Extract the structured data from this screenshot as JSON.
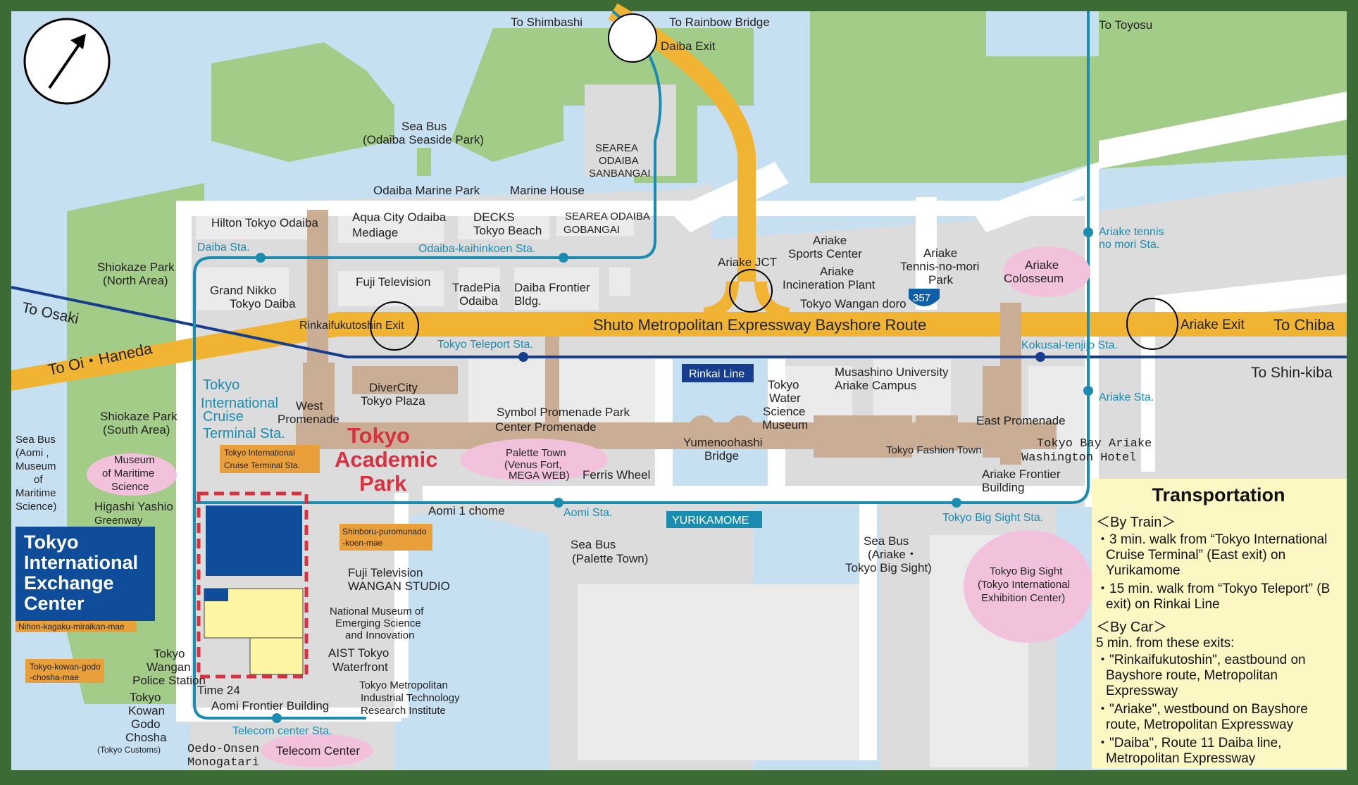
{
  "header": {
    "to_shimbashi": "To Shimbashi",
    "to_rainbow": "To Rainbow Bridge",
    "to_toyosu": "To Toyosu",
    "daiba_exit": "Daiba Exit",
    "to_osaki": "To Osaki",
    "to_oi_haneda": "To Oi・Haneda",
    "to_chiba": "To Chiba",
    "to_shinkiba": "To Shin-kiba",
    "ariake_exit": "Ariake Exit",
    "rinkai_exit": "Rinkaifukutoshin Exit",
    "ariake_jct": "Ariake JCT",
    "expressway": "Shuto Metropolitan Expressway Bayshore Route",
    "route_number": "357",
    "tokyo_wangan_doro": "Tokyo Wangan doro"
  },
  "lines": {
    "rinkai": "Rinkai Line",
    "yurikamome": "YURIKAMOME"
  },
  "stations": {
    "daiba": "Daiba Sta.",
    "odaiba_kaihinkoen": "Odaiba-kaihinkoen Sta.",
    "tokyo_teleport": "Tokyo Teleport Sta.",
    "kokusai_tenjijo": "Kokusai-tenjijo Sta.",
    "ariake_tennis_1": "Ariake tennis",
    "ariake_tennis_2": "no mori Sta.",
    "ariake": "Ariake Sta.",
    "cruise_1": "Tokyo",
    "cruise_2": "International",
    "cruise_3": "Cruise",
    "cruise_4": "Terminal Sta.",
    "aomi": "Aomi Sta.",
    "tokyo_big_sight": "Tokyo Big Sight Sta.",
    "telecom_center": "Telecom center Sta."
  },
  "places": {
    "sea_bus_odaiba_1": "Sea Bus",
    "sea_bus_odaiba_2": "(Odaiba Seaside Park)",
    "odaiba_marine_park": "Odaiba Marine Park",
    "marine_house": "Marine House",
    "searea_sanbangai_1": "SEAREA",
    "searea_sanbangai_2": "ODAIBA",
    "searea_sanbangai_3": "SANBANGAI",
    "hilton": "Hilton Tokyo Odaiba",
    "aqua_city": "Aqua City Odaiba",
    "mediage": "Mediage",
    "decks_1": "DECKS",
    "decks_2": "Tokyo Beach",
    "searea_gobangai_1": "SEAREA ODAIBA",
    "searea_gobangai_2": "GOBANGAI",
    "shiokaze_north_1": "Shiokaze Park",
    "shiokaze_north_2": "(North Area)",
    "grand_nikko_1": "Grand Nikko",
    "grand_nikko_2": "Tokyo Daiba",
    "fuji_tv": "Fuji Television",
    "tradepia_1": "TradePia",
    "tradepia_2": "Odaiba",
    "daiba_frontier_1": "Daiba Frontier",
    "daiba_frontier_2": "Bldg.",
    "ariake_sports_1": "Ariake",
    "ariake_sports_2": "Sports Center",
    "ariake_incin_1": "Ariake",
    "ariake_incin_2": "Incineration Plant",
    "ariake_tennis_park_1": "Ariake",
    "ariake_tennis_park_2": "Tennis-no-mori",
    "ariake_tennis_park_3": "Park",
    "ariake_colosseum_1": "Ariake",
    "ariake_colosseum_2": "Colosseum",
    "divercity_1": "DiverCity",
    "divercity_2": "Tokyo Plaza",
    "west_prom_1": "West",
    "west_prom_2": "Promenade",
    "symbol_prom_1": "Symbol Promenade Park",
    "symbol_prom_2": "Center Promenade",
    "tokyo_water_1": "Tokyo",
    "tokyo_water_2": "Water",
    "tokyo_water_3": "Science",
    "tokyo_water_4": "Museum",
    "musashino_1": "Musashino University",
    "musashino_2": "Ariake Campus",
    "east_prom": "East Promenade",
    "shiokaze_south_1": "Shiokaze Park",
    "shiokaze_south_2": "(South Area)",
    "sea_bus_aomi_1": "Sea Bus",
    "sea_bus_aomi_2": "(Aomi ,",
    "sea_bus_aomi_3": "Museum",
    "sea_bus_aomi_4": "of",
    "sea_bus_aomi_5": "Maritime",
    "sea_bus_aomi_6": "Science)",
    "museum_maritime_1": "Museum",
    "museum_maritime_2": "of Maritime",
    "museum_maritime_3": "Science",
    "higashi_yashio_1": "Higashi Yashio",
    "higashi_yashio_2": "Greenway",
    "palette_town_1": "Palette Town",
    "palette_town_2": "(Venus Fort,",
    "palette_town_3": "MEGA WEB)",
    "ferris_wheel": "Ferris Wheel",
    "yumenoohashi_1": "Yumenoohashi",
    "yumenoohashi_2": "Bridge",
    "tokyo_fashion_town": "Tokyo Fashion Town",
    "washington_1": "Tokyo Bay Ariake",
    "washington_2": "Washington Hotel",
    "ariake_frontier_1": "Ariake Frontier",
    "ariake_frontier_2": "Building",
    "academic_park_1": "Tokyo",
    "academic_park_2": "Academic",
    "academic_park_3": "Park",
    "aomi_1chome": "Aomi 1 chome",
    "sea_bus_palette_1": "Sea Bus",
    "sea_bus_palette_2": "(Palette Town)",
    "sea_bus_ariake_1": "Sea Bus",
    "sea_bus_ariake_2": "(Ariake・",
    "sea_bus_ariake_3": "Tokyo Big Sight)",
    "big_sight_1": "Tokyo Big Sight",
    "big_sight_2": "(Tokyo International",
    "big_sight_3": "Exhibition Center)",
    "fuji_wangan_1": "Fuji Television",
    "fuji_wangan_2": "WANGAN STUDIO",
    "miraikan_1": "National Museum of",
    "miraikan_2": "Emerging Science",
    "miraikan_3": "and Innovation",
    "aist_1": "AIST Tokyo",
    "aist_2": "Waterfront",
    "tokyo_wangan_police_1": "Tokyo",
    "tokyo_wangan_police_2": "Wangan",
    "tokyo_wangan_police_3": "Police Station",
    "time24": "Time 24",
    "aomi_frontier": "Aomi Frontier Building",
    "metro_ind_1": "Tokyo Metropolitan",
    "metro_ind_2": "Industrial Technology",
    "metro_ind_3": "Research Institute",
    "kowan_godo_1": "Tokyo",
    "kowan_godo_2": "Kowan",
    "kowan_godo_3": "Godo",
    "kowan_godo_4": "Chosha",
    "kowan_godo_5": "(Tokyo Customs)",
    "oedo_onsen_1": "Oedo-Onsen",
    "oedo_onsen_2": "Monogatari",
    "telecom_center": "Telecom Center"
  },
  "bus_stops": {
    "cruise_terminal_1": "Tokyo International",
    "cruise_terminal_2": "Cruise Terminal Sta.",
    "shinboru_1": "Shinboru-puromunado",
    "shinboru_2": "-koen-mae",
    "nihon_kagaku": "Nihon-kagaku-miraikan-mae",
    "kowan_godo_1": "Tokyo-kowan-godo",
    "kowan_godo_2": "-chosha-mae"
  },
  "tiec": {
    "line1": "Tokyo",
    "line2": "International",
    "line3": "Exchange",
    "line4": "Center"
  },
  "transportation": {
    "title": "Transportation",
    "by_train": "＜By Train＞",
    "train_1": "・3 min. walk from “Tokyo International Cruise Terminal” (East exit) on Yurikamome",
    "train_2": "・15 min. walk from “Tokyo Teleport” (B exit) on Rinkai Line",
    "by_car": "＜By Car＞",
    "car_intro": "5 min. from these exits:",
    "car_1": "・\"Rinkaifukutoshin\", eastbound on Bayshore route, Metropolitan Expressway",
    "car_2": "・\"Ariake\", westbound on Bayshore route, Metropolitan Expressway",
    "car_3": "・\"Daiba\", Route 11 Daiba line, Metropolitan Expressway"
  },
  "colors": {
    "water": "#c6e0f2",
    "land": "#dcdcdc",
    "green": "#a3cc88",
    "expressway": "#f0b432",
    "yurikamome": "#1a8cb0",
    "rinkai": "#173d8f",
    "promenade": "#c9ad94",
    "accent_red": "#d8313f",
    "pink": "#f2c2dc",
    "bus_orange": "#eaa03a",
    "tiec_blue": "#0f4d9b"
  }
}
